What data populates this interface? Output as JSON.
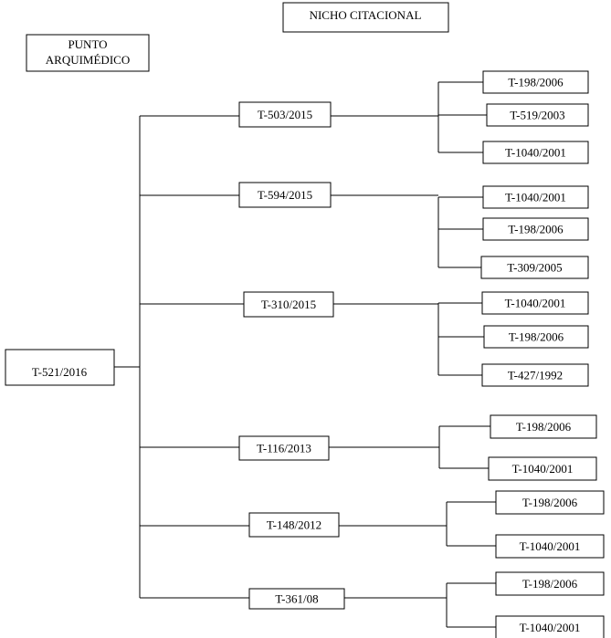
{
  "header": {
    "nicho_label": "NICHO CITACIONAL",
    "punto_label_line1": "PUNTO",
    "punto_label_line2": "ARQUIMÉDICO"
  },
  "root": {
    "label": "T-521/2016"
  },
  "branches": [
    {
      "label": "T-503/2015",
      "children": [
        "T-198/2006",
        "T-519/2003",
        "T-1040/2001"
      ]
    },
    {
      "label": "T-594/2015",
      "children": [
        "T-1040/2001",
        "T-198/2006",
        "T-309/2005"
      ]
    },
    {
      "label": "T-310/2015",
      "children": [
        "T-1040/2001",
        "T-198/2006",
        "T-427/1992"
      ]
    },
    {
      "label": "T-116/2013",
      "children": [
        "T-198/2006",
        "T-1040/2001"
      ]
    },
    {
      "label": "T-148/2012",
      "children": [
        "T-198/2006",
        "T-1040/2001"
      ]
    },
    {
      "label": "T-361/08",
      "children": [
        "T-198/2006",
        "T-1040/2001"
      ]
    }
  ]
}
